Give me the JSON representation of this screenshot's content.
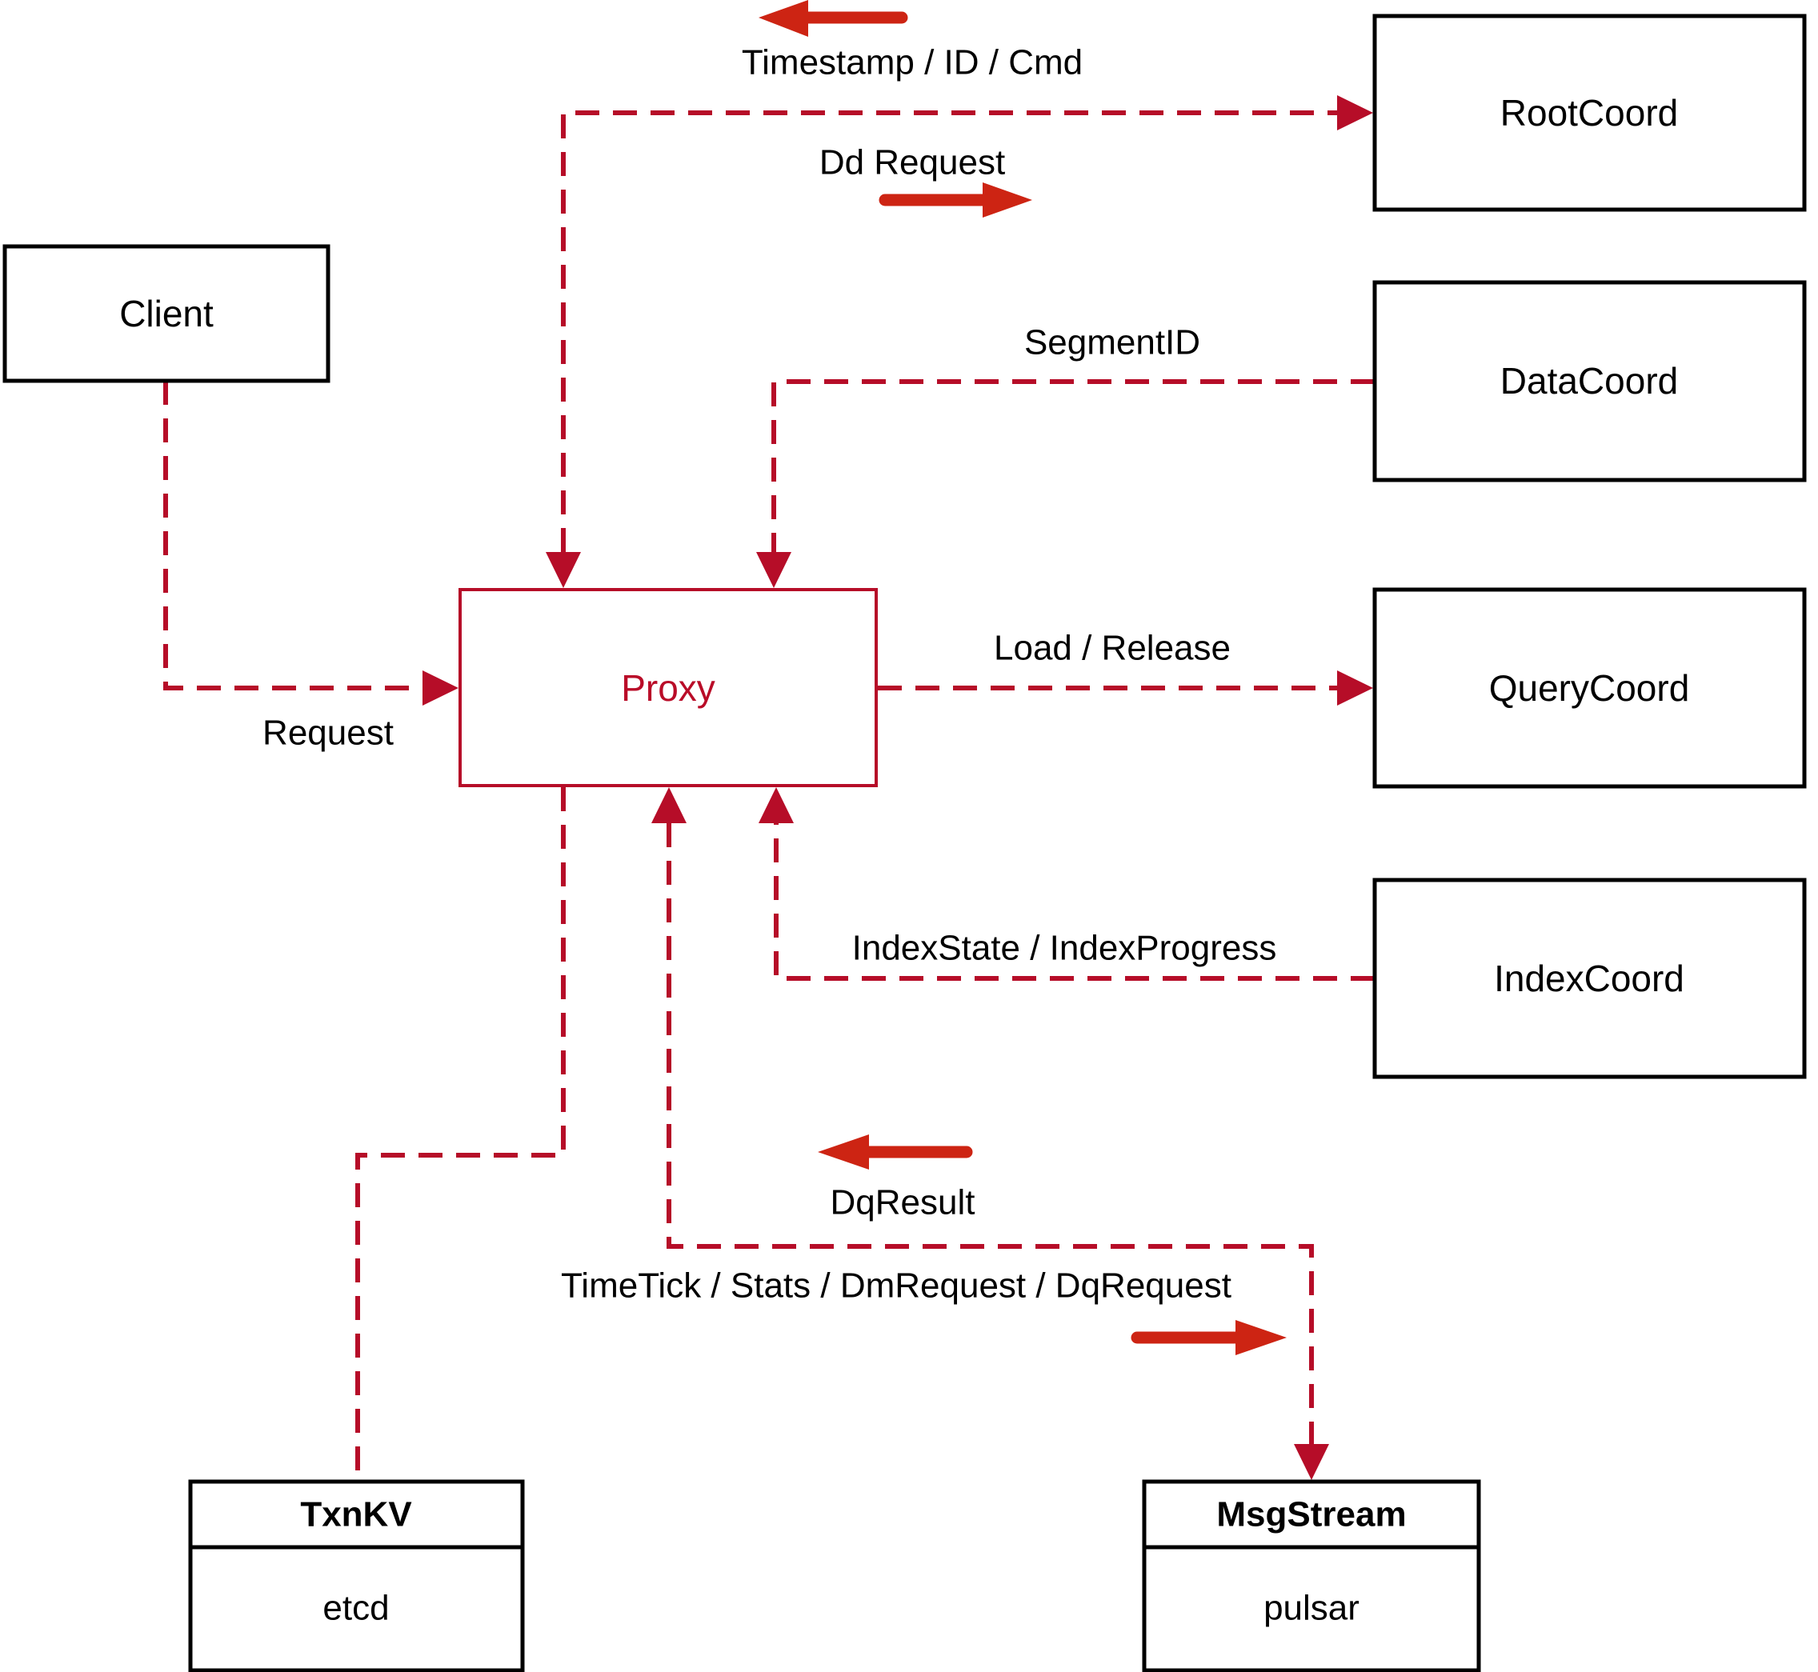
{
  "diagram": {
    "nodes": {
      "client": {
        "label": "Client"
      },
      "proxy": {
        "label": "Proxy"
      },
      "rootcoord": {
        "label": "RootCoord"
      },
      "datacoord": {
        "label": "DataCoord"
      },
      "querycoord": {
        "label": "QueryCoord"
      },
      "indexcoord": {
        "label": "IndexCoord"
      },
      "txnkv": {
        "title": "TxnKV",
        "impl": "etcd"
      },
      "msgstream": {
        "title": "MsgStream",
        "impl": "pulsar"
      }
    },
    "labels": {
      "timestamp_id_cmd": "Timestamp / ID / Cmd",
      "dd_request": "Dd Request",
      "segment_id": "SegmentID",
      "request": "Request",
      "load_release": "Load / Release",
      "index_state_progress": "IndexState / IndexProgress",
      "dq_result": "DqResult",
      "timetick_stats": "TimeTick / Stats / DmRequest / DqRequest"
    },
    "colors": {
      "dashed_line": "#b60d28",
      "solid_arrow": "#cd2413",
      "node_border": "#000000",
      "proxy_accent": "#b90c28",
      "text": "#000000",
      "background": "#ffffff"
    }
  }
}
